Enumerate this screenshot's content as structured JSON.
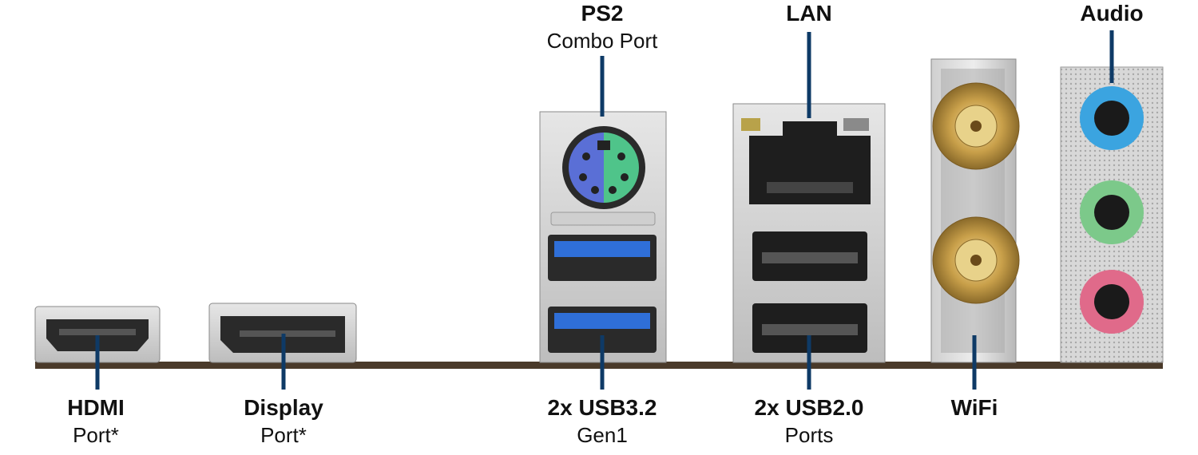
{
  "labels": {
    "ps2": {
      "title": "PS2",
      "subtitle": "Combo Port"
    },
    "lan": {
      "title": "LAN"
    },
    "audio": {
      "title": "Audio"
    },
    "hdmi": {
      "title": "HDMI",
      "subtitle": "Port*"
    },
    "displayport": {
      "title": "Display",
      "subtitle": "Port*"
    },
    "usb32": {
      "title": "2x USB3.2",
      "subtitle": "Gen1"
    },
    "usb20": {
      "title": "2x USB2.0",
      "subtitle": "Ports"
    },
    "wifi": {
      "title": "WiFi"
    }
  },
  "colors": {
    "leader_line": "#0e3a66",
    "usb3_blue": "#2f6fd8",
    "ps2_mouse": "#4fc48a",
    "ps2_keyboard": "#5a6fd6",
    "audio_blue": "#3ba4e0",
    "audio_green": "#7cc98a",
    "audio_pink": "#e06a8a",
    "board_edge": "#4a3a2a",
    "antenna_gold": "#c9a04a"
  },
  "icons": [
    "hdmi-port-icon",
    "displayport-icon",
    "ps2-port-icon",
    "usb-port-icon",
    "rj45-port-icon",
    "antenna-connector-icon",
    "audio-jack-icon"
  ]
}
